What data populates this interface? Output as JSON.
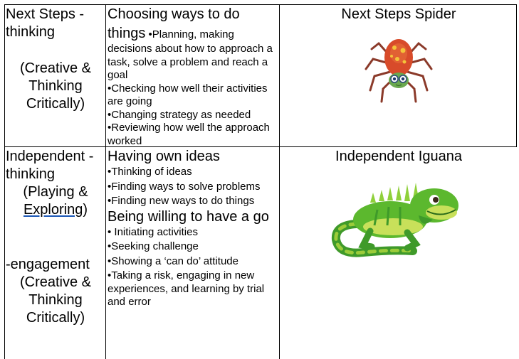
{
  "rows": [
    {
      "heading_lines": [
        "Next Steps -",
        "thinking"
      ],
      "sub_lines": [
        "(Creative &",
        "Thinking",
        "Critically)"
      ],
      "section_title_a": "Choosing ways to do",
      "section_title_b": "things",
      "inline_item": "•Planning, making decisions about how to approach a task, solve a problem and reach a goal",
      "items": [
        "•Checking how well their activities are going",
        "•Changing strategy as needed",
        "•Reviewing how well the approach worked"
      ],
      "character_title": "Next Steps Spider"
    },
    {
      "heading_lines": [
        "Independent -",
        "thinking"
      ],
      "sub_a": "(Playing &",
      "sub_b_link": "Exploring",
      "sub_b_rest": ")",
      "engagement_label": "-engagement",
      "engagement_sub": [
        "(Creative &",
        "Thinking",
        "Critically)"
      ],
      "section1_title": "Having own ideas",
      "section1_items": [
        "•Thinking of ideas",
        "•Finding ways to solve problems",
        "•Finding new ways to do things"
      ],
      "section2_title": "Being willing to have a go",
      "section2_items": [
        "• Initiating activities",
        "•Seeking challenge",
        "•Showing a ‘can do’ attitude",
        "•Taking a risk, engaging in new experiences, and learning by trial and error"
      ],
      "character_title": "Independent Iguana"
    }
  ]
}
